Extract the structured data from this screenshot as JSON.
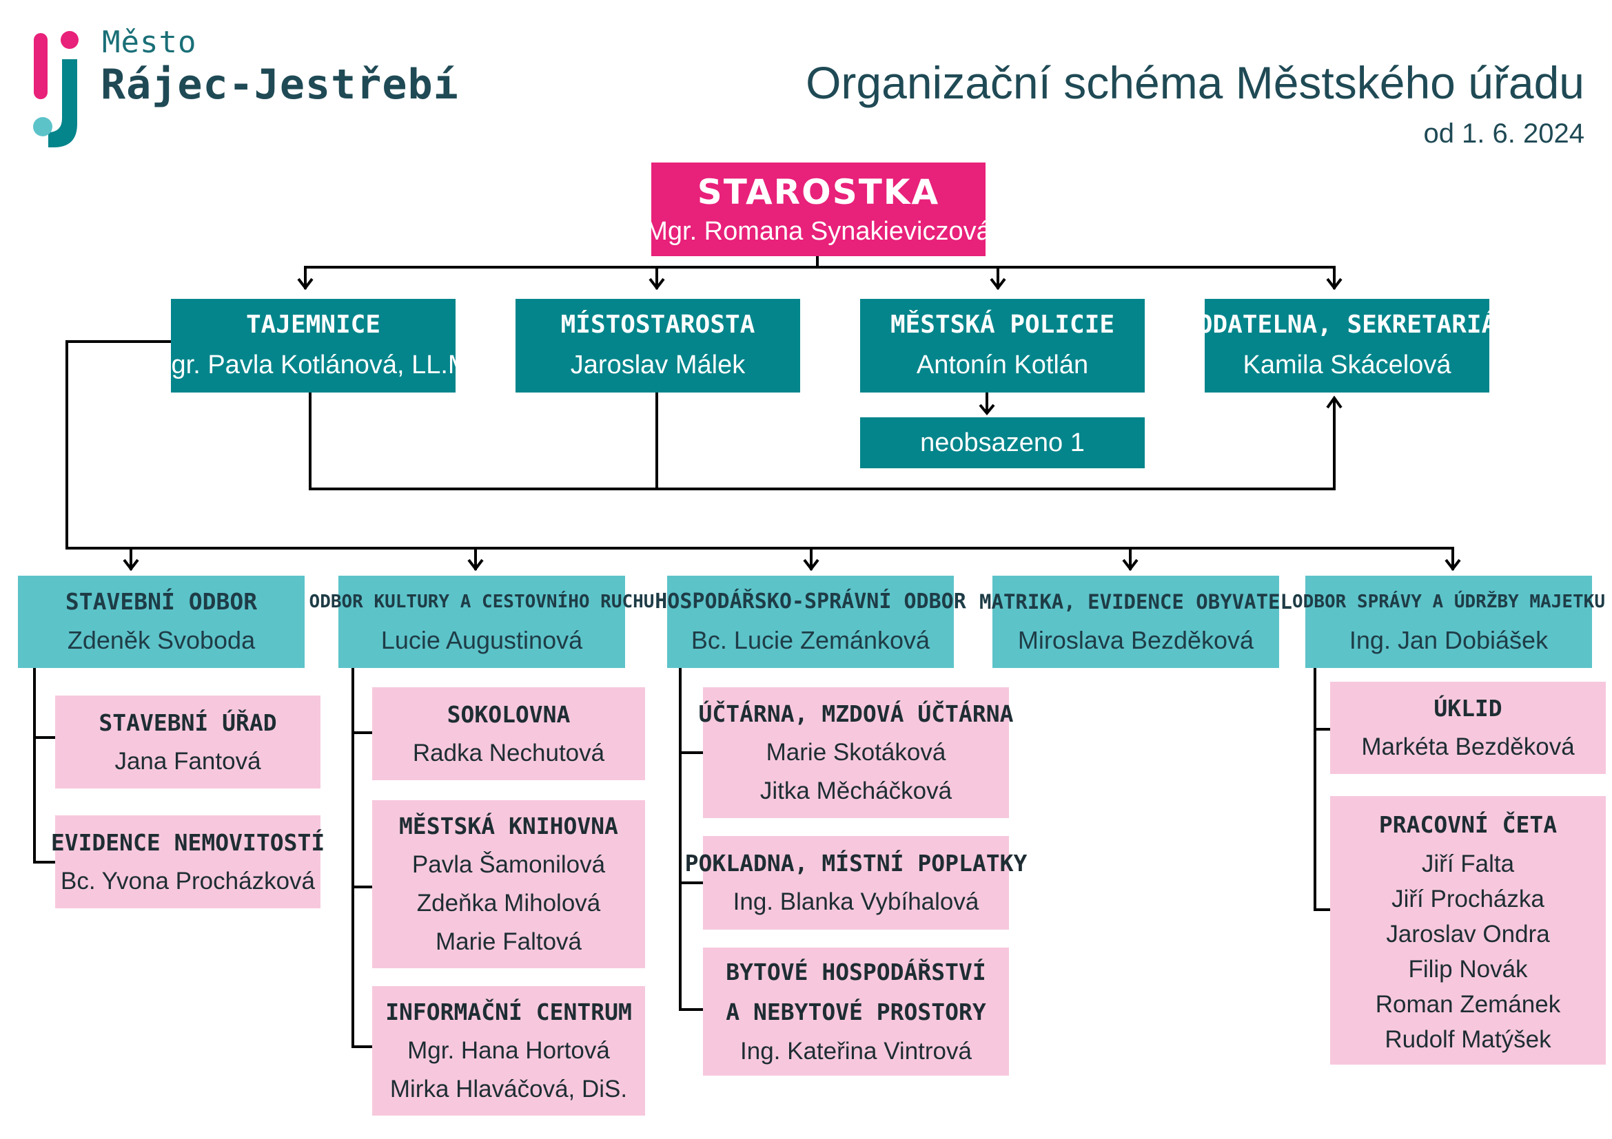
{
  "header": {
    "city_prefix": "Město",
    "city_name": "Rájec-Jestřebí",
    "title": "Organizační schéma Městského úřadu",
    "date": "od 1. 6. 2024",
    "logo_icon": "rj-logo-icon"
  },
  "colors": {
    "top": "#e8217a",
    "level1": "#04858b",
    "level2": "#5cc3c9",
    "unit": "#f7c8dd",
    "text_dark": "#1f4a55",
    "line": "#000000"
  },
  "top": {
    "title": "STAROSTKA",
    "name": "Mgr. Romana Synakieviczová"
  },
  "level1": [
    {
      "title": "TAJEMNICE",
      "name": "Mgr. Pavla Kotlánová, LL.M."
    },
    {
      "title": "MÍSTOSTAROSTA",
      "name": "Jaroslav Málek"
    },
    {
      "title": "MĚSTSKÁ POLICIE",
      "name": "Antonín Kotlán"
    },
    {
      "title": "PODATELNA, SEKRETARIÁT",
      "name": "Kamila Skácelová"
    }
  ],
  "police_sub": {
    "name": "neobsazeno 1"
  },
  "departments": [
    {
      "title": "STAVEBNÍ ODBOR",
      "name": "Zdeněk Svoboda"
    },
    {
      "title": "ODBOR KULTURY A CESTOVNÍHO RUCHU",
      "name": "Lucie Augustinová"
    },
    {
      "title": "HOSPODÁŘSKO-SPRÁVNÍ ODBOR",
      "name": "Bc. Lucie Zemánková"
    },
    {
      "title": "MATRIKA, EVIDENCE OBYVATEL",
      "name": "Miroslava Bezděková"
    },
    {
      "title": "ODBOR SPRÁVY A ÚDRŽBY MAJETKU",
      "name": "Ing. Jan Dobiášek"
    }
  ],
  "units": {
    "stavebni": [
      {
        "title": "STAVEBNÍ ÚŘAD",
        "names": [
          "Jana Fantová"
        ]
      },
      {
        "title": "EVIDENCE NEMOVITOSTÍ",
        "names": [
          "Bc. Yvona Procházková"
        ]
      }
    ],
    "kultura": [
      {
        "title": "SOKOLOVNA",
        "names": [
          "Radka Nechutová"
        ]
      },
      {
        "title": "MĚSTSKÁ KNIHOVNA",
        "names": [
          "Pavla Šamonilová",
          "Zdeňka Miholová",
          "Marie Faltová"
        ]
      },
      {
        "title": "INFORMAČNÍ CENTRUM",
        "names": [
          "Mgr. Hana Hortová",
          "Mirka Hlaváčová, DiS."
        ]
      }
    ],
    "hospodarsky": [
      {
        "title": "ÚČTÁRNA, MZDOVÁ ÚČTÁRNA",
        "names": [
          "Marie Skotáková",
          "Jitka Měcháčková"
        ]
      },
      {
        "title": "POKLADNA, MÍSTNÍ POPLATKY",
        "names": [
          "Ing. Blanka Vybíhalová"
        ]
      },
      {
        "title_lines": [
          "BYTOVÉ HOSPODÁŘSTVÍ",
          "A NEBYTOVÉ PROSTORY"
        ],
        "names": [
          "Ing. Kateřina Vintrová"
        ]
      }
    ],
    "majetek": [
      {
        "title": "ÚKLID",
        "names": [
          "Markéta Bezděková"
        ]
      },
      {
        "title": "PRACOVNÍ ČETA",
        "names": [
          "Jiří Falta",
          "Jiří Procházka",
          "Jaroslav Ondra",
          "Filip Novák",
          "Roman Zemánek",
          "Rudolf Matýšek"
        ]
      }
    ]
  }
}
